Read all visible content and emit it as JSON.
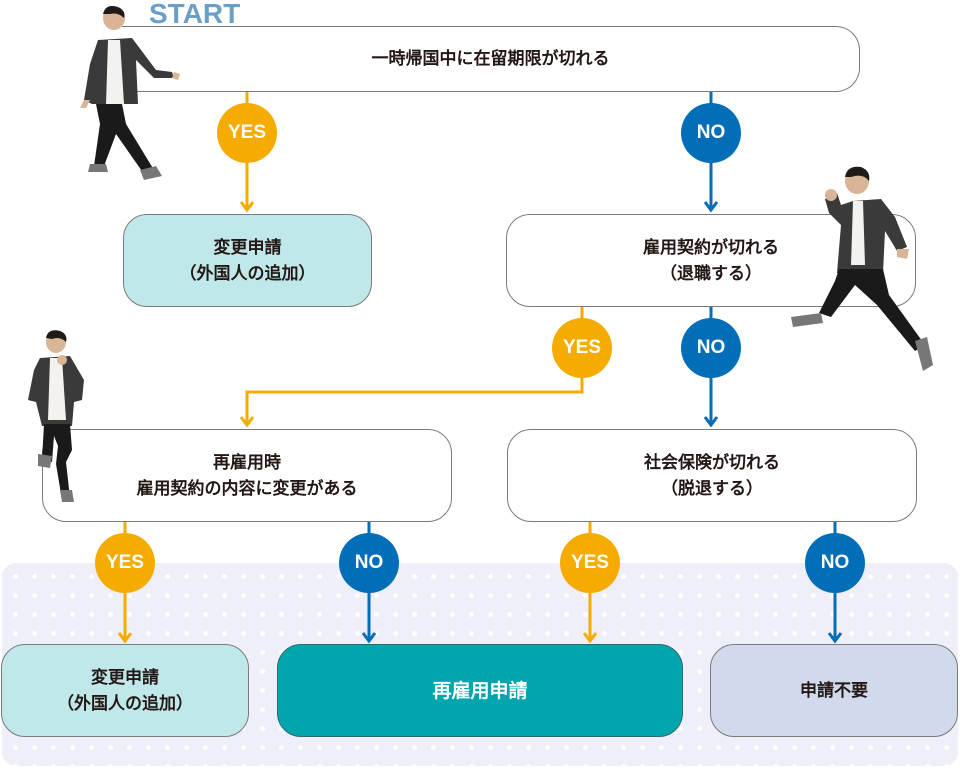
{
  "title": "START",
  "colors": {
    "yes": "#f5ab00",
    "no": "#036eb8",
    "start": "#6a9fc6",
    "result_light": "#c0e8ea",
    "result_teal": "#00a5ad",
    "result_none": "#d1d9ed",
    "panel": "#eeeff8"
  },
  "nodes": {
    "q1": {
      "lines": [
        "一時帰国中に在留期限が切れる"
      ]
    },
    "r1": {
      "lines": [
        "変更申請",
        "（外国人の追加）"
      ]
    },
    "q2": {
      "lines": [
        "雇用契約が切れる",
        "（退職する）"
      ]
    },
    "q3": {
      "lines": [
        "再雇用時",
        "雇用契約の内容に変更がある"
      ]
    },
    "q4": {
      "lines": [
        "社会保険が切れる",
        "（脱退する）"
      ]
    },
    "r2": {
      "lines": [
        "変更申請",
        "（外国人の追加）"
      ]
    },
    "r3": {
      "lines": [
        "再雇用申請"
      ]
    },
    "r4": {
      "lines": [
        "申請不要"
      ]
    }
  },
  "badges": {
    "yes": "YES",
    "no": "NO"
  },
  "edges": [
    {
      "from": "q1",
      "to": "r1",
      "label": "YES"
    },
    {
      "from": "q1",
      "to": "q2",
      "label": "NO"
    },
    {
      "from": "q2",
      "to": "q3",
      "label": "YES"
    },
    {
      "from": "q2",
      "to": "q4",
      "label": "NO"
    },
    {
      "from": "q3",
      "to": "r2",
      "label": "YES"
    },
    {
      "from": "q3",
      "to": "r3",
      "label": "NO"
    },
    {
      "from": "q4",
      "to": "r3",
      "label": "YES"
    },
    {
      "from": "q4",
      "to": "r4",
      "label": "NO"
    }
  ],
  "illustrations": [
    "walking-person",
    "jumping-person",
    "running-person"
  ]
}
